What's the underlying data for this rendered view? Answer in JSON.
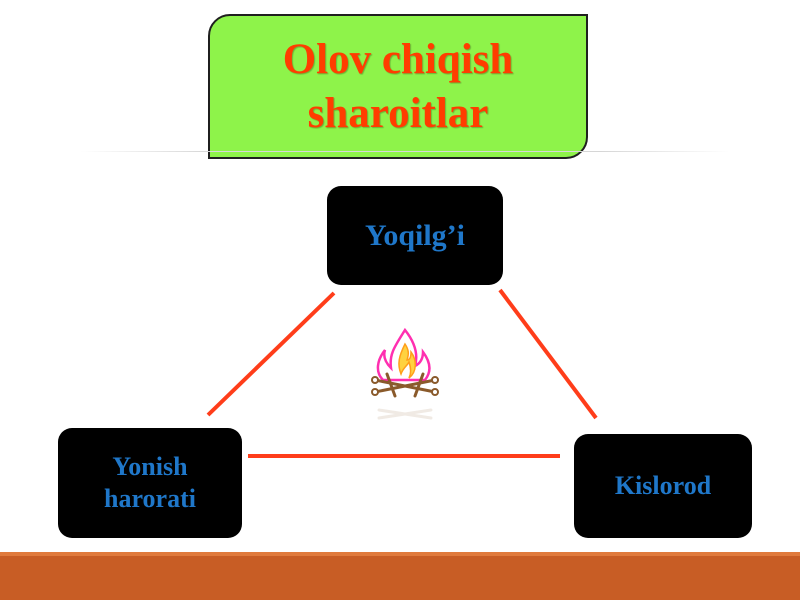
{
  "title": {
    "line1": "Olov chiqish",
    "line2": "sharoitlar"
  },
  "nodes": {
    "fuel": "Yoqilg’i",
    "temperature_line1": "Yonish",
    "temperature_line2": "harorati",
    "oxygen": "Kislorod"
  },
  "icons": {
    "center": "campfire-icon"
  },
  "colors": {
    "title_bg": "#8ef34a",
    "title_text": "#ff3d00",
    "node_bg": "#000000",
    "node_text": "#1f77c9",
    "connector": "#ff3d1a",
    "bottom_band": "#c85d25"
  }
}
